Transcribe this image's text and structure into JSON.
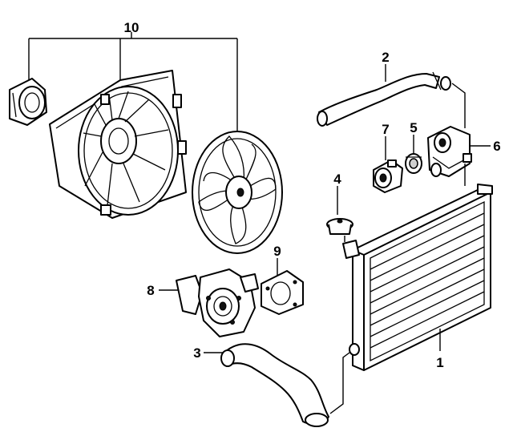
{
  "callouts": {
    "c1": "1",
    "c2": "2",
    "c3": "3",
    "c4": "4",
    "c5": "5",
    "c6": "6",
    "c7": "7",
    "c8": "8",
    "c9": "9",
    "c10": "10"
  },
  "colors": {
    "ink": "#000000",
    "background": "#ffffff",
    "shade": "#cfcfcf"
  }
}
